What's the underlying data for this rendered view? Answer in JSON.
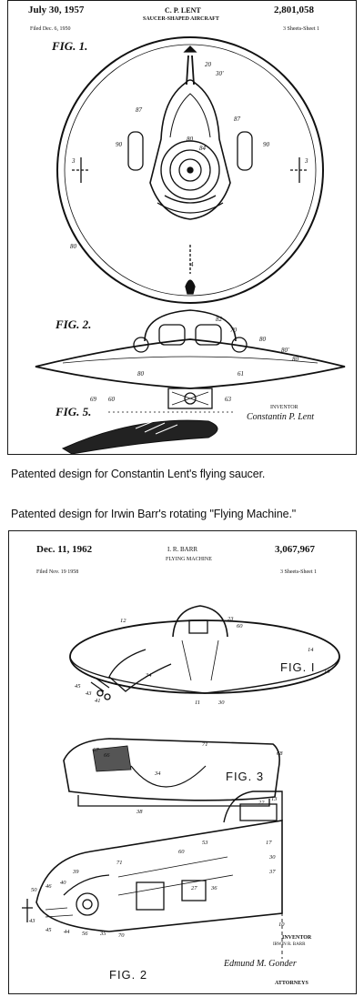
{
  "patent1": {
    "date": "July 30, 1957",
    "inventor": "C. P. LENT",
    "number": "2,801,058",
    "title": "SAUCER-SHAPED AIRCRAFT",
    "filed": "Filed Dec. 6, 1950",
    "sheets": "3 Sheets-Sheet 1",
    "fig1": "FIG. 1.",
    "fig2": "FIG. 2.",
    "fig5": "FIG. 5.",
    "inventor_label": "INVENTOR",
    "signature": "Constantin P. Lent"
  },
  "caption1": "Patented design for Constantin Lent's flying saucer.",
  "caption2": "Patented design for Irwin Barr's rotating \"Flying Machine.\"",
  "patent2": {
    "date": "Dec. 11, 1962",
    "inventor": "I. R. BARR",
    "number": "3,067,967",
    "title": "FLYING MACHINE",
    "filed": "Filed Nov. 19 1958",
    "sheets": "3 Sheets-Sheet 1",
    "fig1": "FIG. I",
    "fig3": "FIG. 3",
    "fig2": "FIG. 2",
    "inventor_label": "INVENTOR",
    "inventor_name": "IRWIN R. BARR",
    "attorneys_label": "ATTORNEYS",
    "signature": "Edmund M. Gonder"
  }
}
